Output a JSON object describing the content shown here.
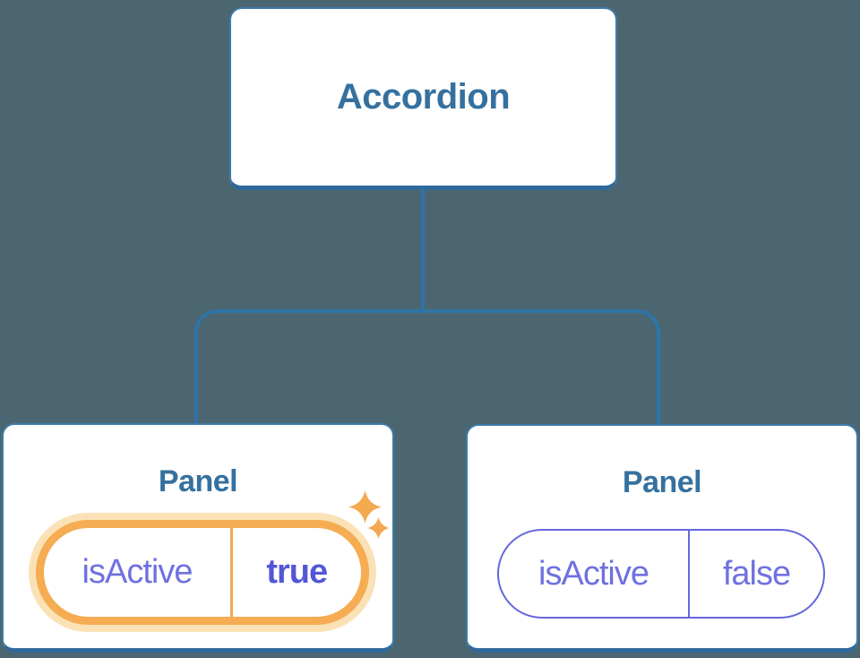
{
  "diagram": {
    "root": {
      "label": "Accordion"
    },
    "panels": [
      {
        "title": "Panel",
        "prop": {
          "name": "isActive",
          "value": "true"
        },
        "state": "active",
        "highlight": "sparkle-icon"
      },
      {
        "title": "Panel",
        "prop": {
          "name": "isActive",
          "value": "false"
        },
        "state": "inactive"
      }
    ]
  },
  "colors": {
    "background": "#4C6671",
    "node_border": "#3E7CA9",
    "node_border_bottom": "#2F699B",
    "heading_text": "#35719F",
    "connector": "#2E74A6",
    "highlight_border": "#F5AC52",
    "highlight_glow": "#FBE2B6",
    "sparkle": "#F3A94E",
    "prop_text": "#6F71E0",
    "prop_value_active": "#5456D6",
    "pill_border_inactive": "#6667DC"
  }
}
